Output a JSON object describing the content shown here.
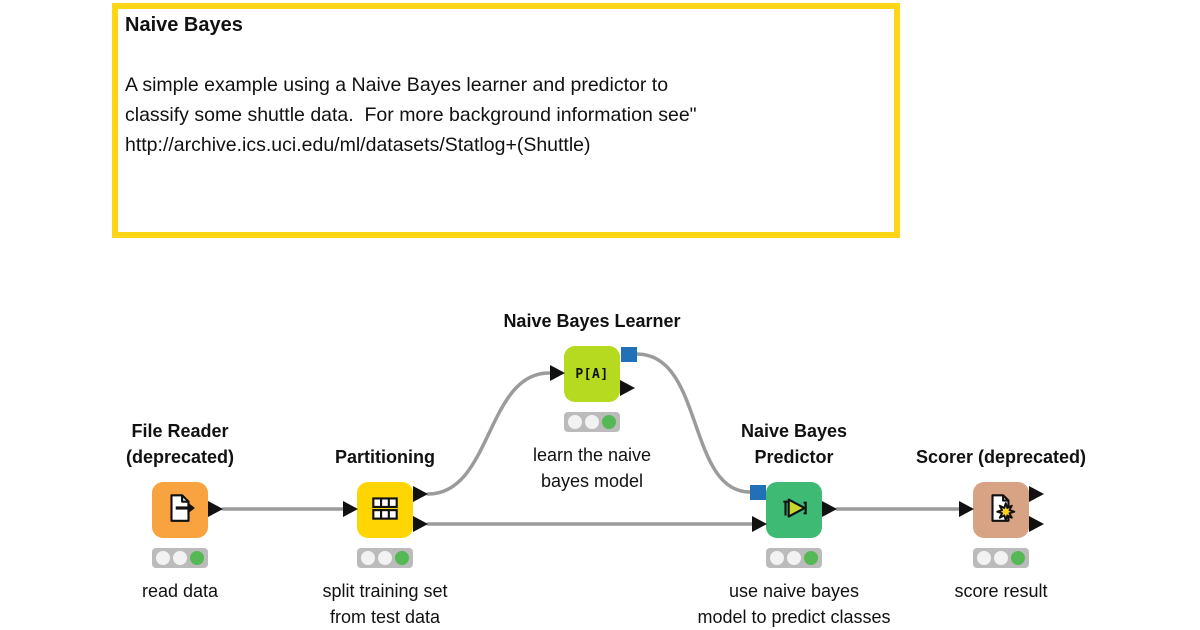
{
  "theme": {
    "annotation_border": "#FFD615",
    "node_file_reader": "#F8A340",
    "node_partitioning": "#FFD504",
    "node_learner": "#B6DA1F",
    "node_predictor": "#3FBA75",
    "node_scorer": "#D8A385",
    "port_blue": "#2270B5",
    "port_black": "#111111",
    "connection": "#9B9B9B",
    "light_bg": "#BBBBBB",
    "lamp_off": "#F2F2F2",
    "lamp_on": "#54B854",
    "icon_triangle": "#C8D62E",
    "icon_star": "#FFD21E"
  },
  "annotation": {
    "title": "Naive Bayes",
    "body_lines": [
      "A simple example using a Naive Bayes learner and predictor to",
      "classify some shuttle data.  For more background information see\"",
      "http://archive.ics.uci.edu/ml/datasets/Statlog+(Shuttle)"
    ]
  },
  "nodes": [
    {
      "id": "file-reader",
      "label_lines": [
        "File Reader",
        "(deprecated)"
      ],
      "caption_lines": [
        "read data"
      ],
      "icon": "file-export-icon",
      "status": "executed"
    },
    {
      "id": "partitioning",
      "label_lines": [
        "Partitioning"
      ],
      "caption_lines": [
        "split training set",
        "from test data"
      ],
      "icon": "table-partition-icon",
      "status": "executed"
    },
    {
      "id": "naive-bayes-learner",
      "label_lines": [
        "Naive Bayes Learner"
      ],
      "caption_lines": [
        "learn the naive",
        "bayes model"
      ],
      "icon_text": "P[A]",
      "status": "executed"
    },
    {
      "id": "naive-bayes-predictor",
      "label_lines": [
        "Naive Bayes",
        "Predictor"
      ],
      "caption_lines": [
        "use naive bayes",
        "model to predict classes"
      ],
      "icon": "predictor-triangle-icon",
      "status": "executed"
    },
    {
      "id": "scorer",
      "label_lines": [
        "Scorer (deprecated)"
      ],
      "caption_lines": [
        "score result"
      ],
      "icon": "document-star-icon",
      "status": "executed"
    }
  ]
}
